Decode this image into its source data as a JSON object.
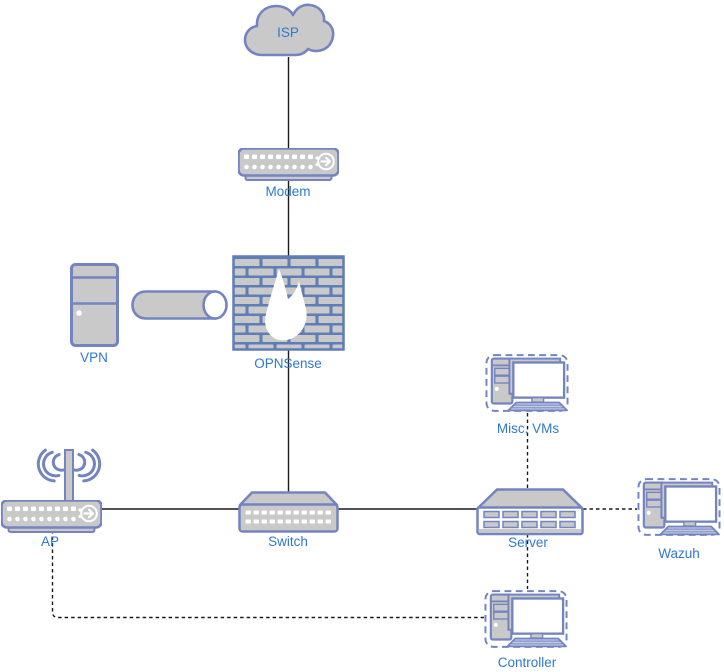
{
  "diagram": {
    "type": "network-topology",
    "colors": {
      "device_fill": "#C9C9C9",
      "device_stroke": "#7384C1",
      "label_text": "#2E79D0",
      "connector": "#1A1A1A",
      "firewall_grout": "#5F7DB6",
      "screen_white": "#FFFFFF",
      "keyboard_fill": "#C3CBE2",
      "background": "#FFFFFF"
    },
    "nodes": [
      {
        "id": "isp",
        "type": "cloud",
        "label": "ISP"
      },
      {
        "id": "modem",
        "type": "modem",
        "label": "Modem"
      },
      {
        "id": "vpn",
        "type": "server-tower",
        "label": "VPN"
      },
      {
        "id": "vpn-tunnel",
        "type": "pipe"
      },
      {
        "id": "opnsense",
        "type": "firewall",
        "label": "OPNSense"
      },
      {
        "id": "ap",
        "type": "wireless-access-point",
        "label": "AP"
      },
      {
        "id": "switch",
        "type": "switch",
        "label": "Switch"
      },
      {
        "id": "server",
        "type": "rack-server",
        "label": "Server"
      },
      {
        "id": "misc-vms",
        "type": "virtual-machine",
        "label": "Misc. VMs"
      },
      {
        "id": "wazuh",
        "type": "virtual-machine",
        "label": "Wazuh"
      },
      {
        "id": "controller",
        "type": "virtual-machine",
        "label": "Controller"
      }
    ],
    "edges": [
      {
        "from": "isp",
        "to": "modem",
        "style": "solid"
      },
      {
        "from": "modem",
        "to": "opnsense",
        "style": "solid"
      },
      {
        "from": "opnsense",
        "to": "switch",
        "style": "solid"
      },
      {
        "from": "ap",
        "to": "switch",
        "style": "solid"
      },
      {
        "from": "switch",
        "to": "server",
        "style": "solid"
      },
      {
        "from": "misc-vms",
        "to": "server",
        "style": "dashed"
      },
      {
        "from": "server",
        "to": "wazuh",
        "style": "dashed"
      },
      {
        "from": "server",
        "to": "controller",
        "style": "dashed"
      },
      {
        "from": "ap",
        "to": "controller",
        "style": "dashed"
      }
    ]
  }
}
